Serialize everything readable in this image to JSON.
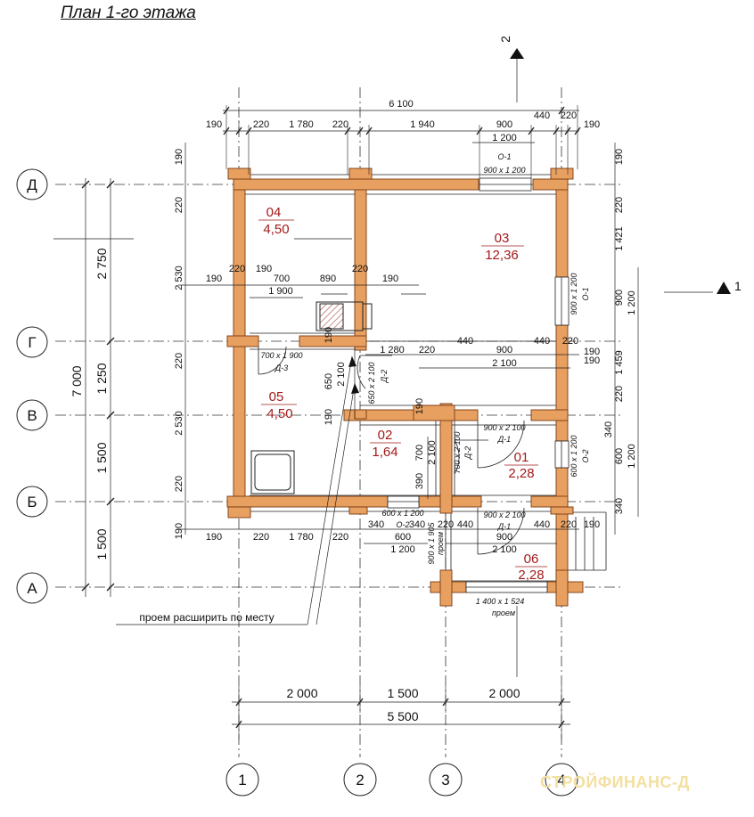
{
  "title": "План 1-го этажа",
  "watermark": "СТРОЙФИНАНС-Д",
  "axes_vertical": [
    "1",
    "2",
    "3",
    "4"
  ],
  "axes_horizontal": [
    "Д",
    "Г",
    "В",
    "Б",
    "А"
  ],
  "section_marks": [
    "2",
    "1"
  ],
  "rooms": [
    {
      "number": "04",
      "area": "4,50"
    },
    {
      "number": "03",
      "area": "12,36"
    },
    {
      "number": "05",
      "area": "4,50"
    },
    {
      "number": "02",
      "area": "1,64"
    },
    {
      "number": "01",
      "area": "2,28"
    },
    {
      "number": "06",
      "area": "2,28"
    }
  ],
  "overall": {
    "top": "6 100",
    "bottom": "5 500",
    "left": "7 000"
  },
  "bottom_chain": [
    "2 000",
    "1 500",
    "2 000"
  ],
  "left_chain": [
    "2 750",
    "1 250",
    "1 500",
    "1 500"
  ],
  "top_chain": [
    "190",
    "220",
    "1 780",
    "220",
    "1 940",
    "900",
    "440",
    "220",
    "190"
  ],
  "top_sub": "1 200",
  "openings": {
    "window_o1_top_label": "О-1",
    "window_o1_top_size": "900 х 1 200",
    "window_o1_right_size": "900 х 1 200",
    "window_o1_right_label": "О-1",
    "window_o2_right_size": "600 х 1 200",
    "window_o2_right_label": "О-2",
    "window_o2_bottom_size": "600 х 1 200",
    "window_o2_bottom_label": "О-2",
    "door_d3": "700 х 1 900",
    "door_d3_label": "Д-3",
    "door_d2a": "650 х 2 100",
    "door_d2a_label": "Д-2",
    "door_d1a": "900 х 2 100",
    "door_d1a_label": "Д-1",
    "door_d2b": "700 х 2 100",
    "door_d2b_label": "Д-2",
    "door_d1b": "900 х 2 100",
    "door_d1b_label": "Д-1",
    "opening_bottom": "1 400 х 1 524",
    "opening_label": "проем",
    "opening_left": "900 х 1 905",
    "opening_left_label": "проем"
  },
  "note": "проем расширить по месту",
  "inner_dims": {
    "row_g": [
      "190",
      "220",
      "190",
      "700",
      "890",
      "220",
      "190"
    ],
    "row_g_sub": "1 900",
    "row_v": [
      "1 280",
      "220",
      "440",
      "900",
      "440",
      "220",
      "190"
    ],
    "row_v_sub": "2 100",
    "row_b": [
      "190",
      "220",
      "1 780",
      "220",
      "340",
      "600",
      "340",
      "220",
      "440",
      "900",
      "440",
      "220",
      "190"
    ],
    "row_b_sub1": "1 200",
    "row_b_sub2": "2 100",
    "left_inner": [
      "190",
      "220",
      "2 530",
      "220",
      "2 530",
      "220",
      "190"
    ],
    "right_inner": [
      "190",
      "220",
      "1 421",
      "900",
      "1 459",
      "190",
      "220",
      "340",
      "600",
      "340"
    ],
    "right_sub": [
      "1 200",
      "1 200"
    ],
    "misc": [
      "650",
      "2 100",
      "190",
      "190",
      "700",
      "2 100",
      "390",
      "190"
    ]
  }
}
